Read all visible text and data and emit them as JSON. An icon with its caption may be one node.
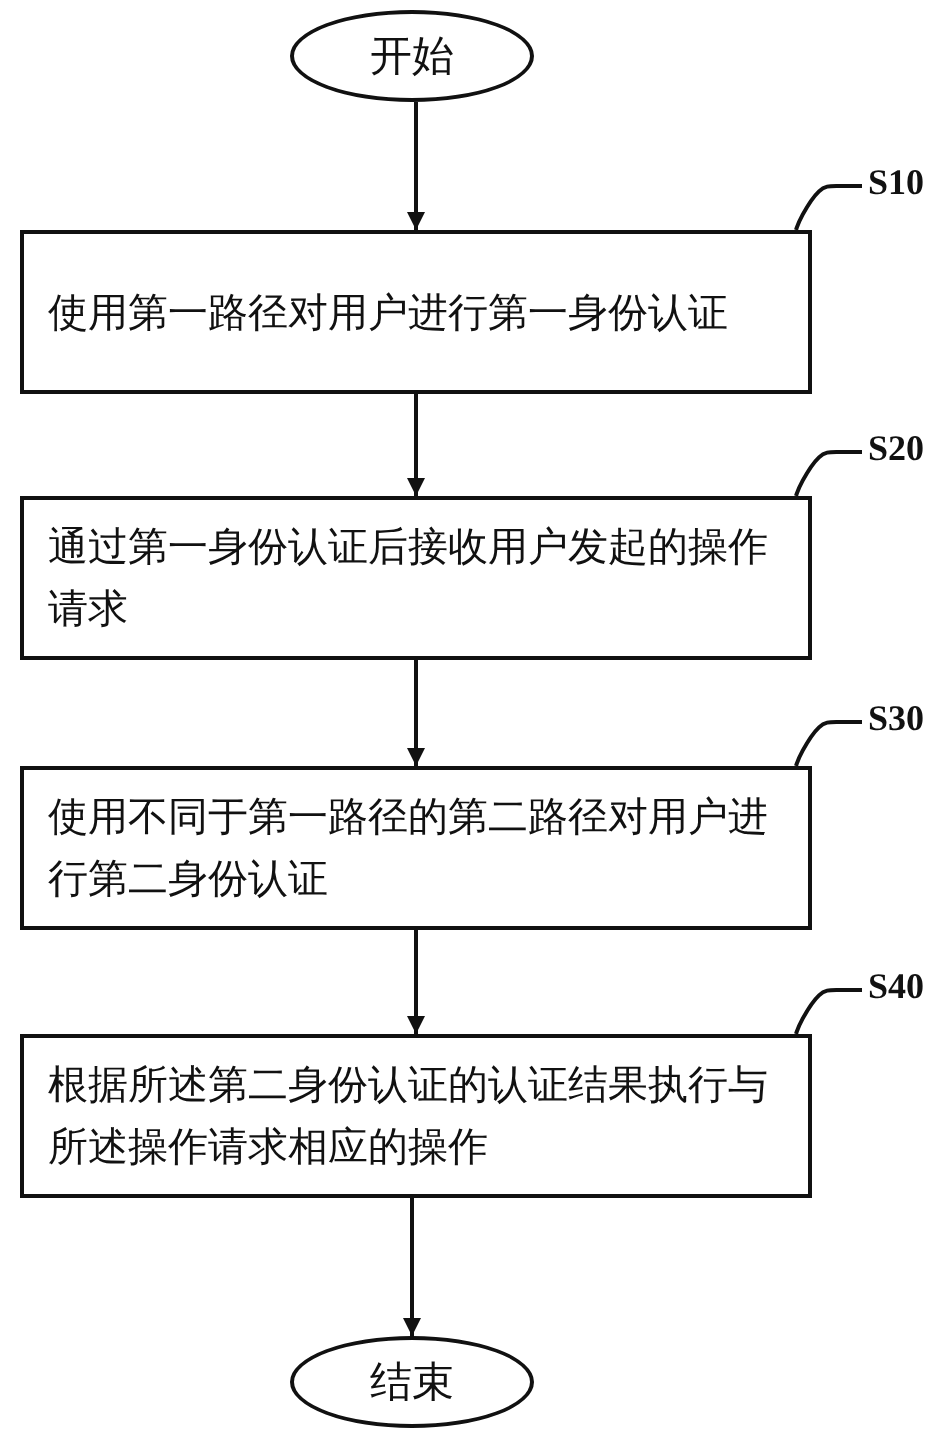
{
  "diagram": {
    "nodes": [
      {
        "text": [
          "开始"
        ]
      },
      {
        "text": [
          "S10"
        ]
      },
      {
        "text": [
          "使用第一路径对用户进行第一身份认证"
        ]
      },
      {
        "text": [
          "S20"
        ]
      },
      {
        "text": [
          "通过第一身份认证后接收用户发起的操作请求"
        ]
      },
      {
        "text": [
          "S30"
        ]
      },
      {
        "text": [
          "使用不同于第一路径的第二路径对用户进行第二身份认证"
        ]
      },
      {
        "text": [
          "S40"
        ]
      },
      {
        "text": [
          "根据所述第二身份认证的认证结果执行与所述操作请求相应的操作"
        ]
      },
      {
        "text": [
          "结束"
        ]
      }
    ],
    "edges": [
      {
        "from": 0,
        "to": 2,
        "arrow": "to"
      },
      {
        "from": 2,
        "to": 4,
        "arrow": "to"
      },
      {
        "from": 4,
        "to": 6,
        "arrow": "to"
      },
      {
        "from": 6,
        "to": 8,
        "arrow": "to"
      },
      {
        "from": 8,
        "to": 9,
        "arrow": "to"
      },
      {
        "from": 1,
        "to": 2,
        "arrow": "none"
      },
      {
        "from": 3,
        "to": 4,
        "arrow": "none"
      },
      {
        "from": 5,
        "to": 6,
        "arrow": "none"
      },
      {
        "from": 7,
        "to": 8,
        "arrow": "none"
      }
    ]
  }
}
